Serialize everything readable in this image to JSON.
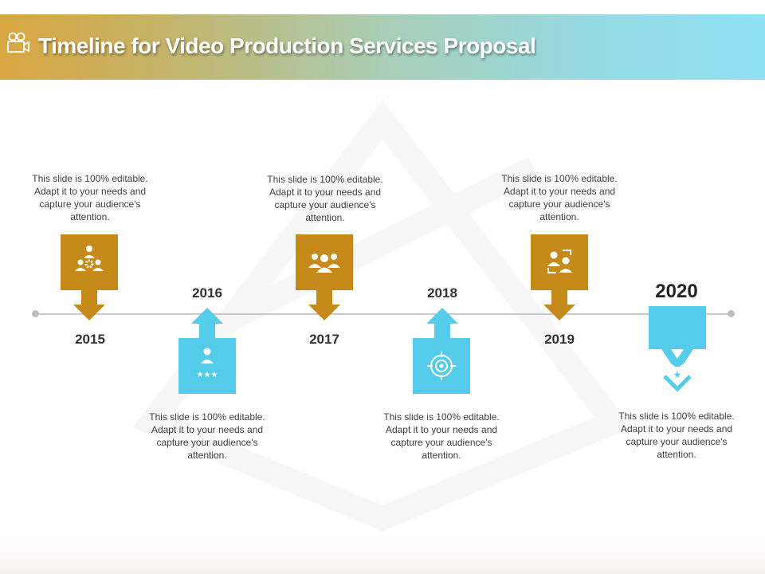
{
  "title": "Timeline for Video Production Services Proposal",
  "description": "This slide is 100% editable. Adapt it to your needs and capture your audience's attention.",
  "milestones": [
    {
      "year": "2015",
      "icon": "team-settings-icon",
      "color": "#c58a1a",
      "text": "This slide is 100% editable. Adapt it to your needs and capture your audience's attention."
    },
    {
      "year": "2016",
      "icon": "user-rating-icon",
      "color": "#55ccea",
      "text": "This slide is 100% editable. Adapt it to your needs and capture your audience's attention."
    },
    {
      "year": "2017",
      "icon": "group-icon",
      "color": "#c58a1a",
      "text": "This slide is 100% editable. Adapt it to your needs and capture your audience's attention."
    },
    {
      "year": "2018",
      "icon": "target-icon",
      "color": "#55ccea",
      "text": "This slide is 100% editable. Adapt it to your needs and capture your audience's attention."
    },
    {
      "year": "2019",
      "icon": "user-focus-icon",
      "color": "#c58a1a",
      "text": "This slide is 100% editable. Adapt it to your needs and capture your audience's attention."
    },
    {
      "year": "2020",
      "icon": "medal-icon",
      "color": "#55ccea",
      "text": "This slide is 100% editable. Adapt it to your needs and capture your audience's attention."
    }
  ],
  "colors": {
    "gold": "#c58a1a",
    "blue": "#55ccea",
    "line": "#c9c9c9"
  }
}
